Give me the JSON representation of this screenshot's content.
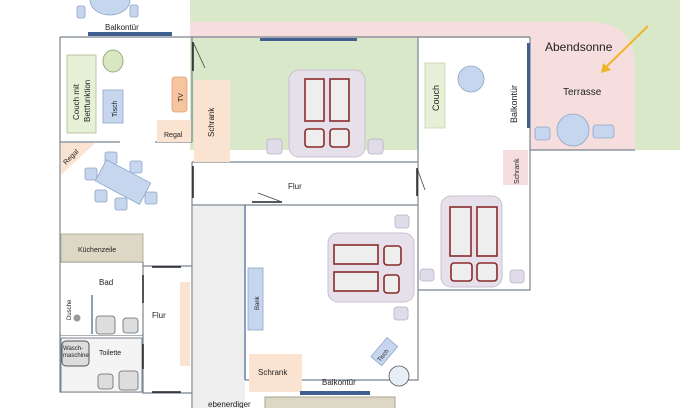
{
  "title": "Grundriss",
  "labels": {
    "balkontuer_top": "Balkontür",
    "couch_bett_1": "Couch mit",
    "couch_bett_2": "Bettfunktion",
    "tisch_living": "Tisch",
    "tv": "TV",
    "regal_living": "Regal",
    "regal_dining": "Regal",
    "schrank_upper": "Schrank",
    "kuechenzeile": "Küchenzeile",
    "bad": "Bad",
    "dusche": "Dusche",
    "waschmaschine_1": "Wasch-",
    "waschmaschine_2": "maschine",
    "toilette": "Toilette",
    "flur_small": "Flur",
    "flur_main": "Flur",
    "bank": "Bank",
    "schrank_lower": "Schrank",
    "tisch_lower": "Tisch",
    "balkontuer_lower": "Balkontür",
    "ebenerdiger": "ebenerdiger",
    "couch_right": "Couch",
    "balkontuer_right": "Balkontür",
    "schrank_right": "Schrank",
    "abendsonne": "Abendsonne",
    "terrasse": "Terrasse"
  },
  "colors": {
    "garden": "#d9e8c8",
    "terrace": "#f7dede",
    "arrow": "#f0b429"
  }
}
